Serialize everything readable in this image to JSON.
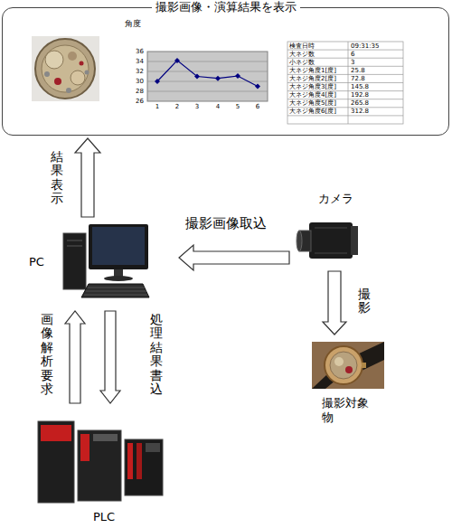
{
  "diagram": {
    "nodes": [
      {
        "text": [
          "撮影画像・演算結果を表示"
        ]
      },
      {
        "text": [
          "PC"
        ]
      },
      {
        "text": [
          "カメラ"
        ]
      },
      {
        "text": [
          "撮影対象物"
        ]
      },
      {
        "text": [
          "PLC"
        ]
      }
    ],
    "edges": [
      {
        "from": 1,
        "to": 0,
        "label": "結果表示",
        "arrow": "to"
      },
      {
        "from": 2,
        "to": 1,
        "label": "撮影画像取込",
        "arrow": "to"
      },
      {
        "from": 2,
        "to": 3,
        "label": "撮影",
        "arrow": "to"
      },
      {
        "from": 4,
        "to": 1,
        "label": "画像解析要求",
        "arrow": "to"
      },
      {
        "from": 1,
        "to": 4,
        "label": "処理結果書込",
        "arrow": "to"
      }
    ],
    "labels": [
      "角度",
      "36",
      "34",
      "32",
      "30",
      "28",
      "26",
      "1",
      "2",
      "3",
      "4",
      "5",
      "6",
      "検査日時",
      "09:31:35",
      "大ネジ数",
      "6",
      "小ネジ数",
      "3",
      "大ネジ角度1[度]",
      "25.8",
      "大ネジ角度2[度]",
      "72.8",
      "大ネジ角度3[度]",
      "145.8",
      "大ネジ角度4[度]",
      "192.8",
      "大ネジ角度5[度]",
      "265.8",
      "大ネジ角度6[度]",
      "312.8"
    ]
  }
}
